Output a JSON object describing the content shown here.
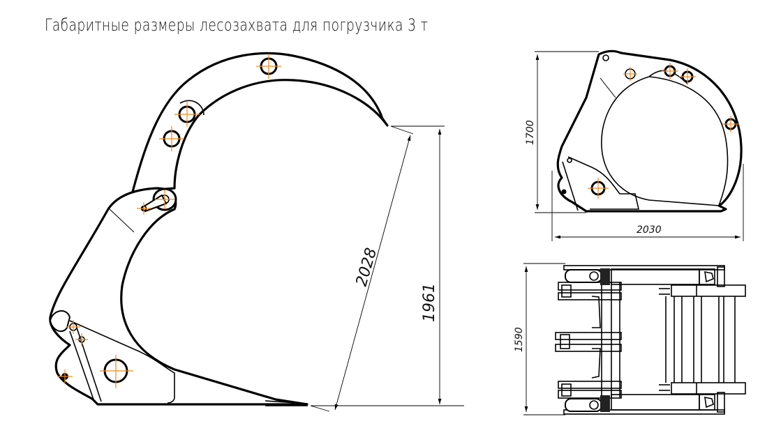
{
  "title": "Габаритные размеры лесозахвата для погрузчика 3 т",
  "colors": {
    "outline": "#000000",
    "centerline": "#f08a1c",
    "background": "#ffffff"
  },
  "views": {
    "side_main": {
      "dimensions": {
        "diagonal": "2028",
        "height": "1961"
      }
    },
    "side_small": {
      "dimensions": {
        "height": "1700",
        "length": "2030"
      }
    },
    "top": {
      "dimensions": {
        "width": "1590"
      }
    }
  }
}
